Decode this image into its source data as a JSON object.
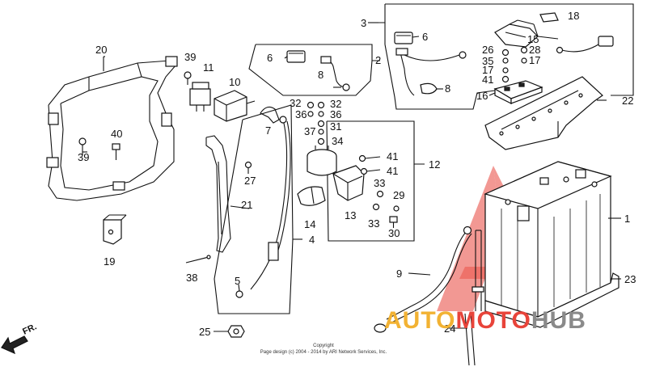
{
  "colors": {
    "ink": "#111111",
    "watermark_red": "#e8443a",
    "watermark_gold": "#f2b233",
    "watermark_gray": "#8a8a8a"
  },
  "callouts": [
    {
      "id": "c1",
      "text": "1"
    },
    {
      "id": "c2",
      "text": "2"
    },
    {
      "id": "c3",
      "text": "3"
    },
    {
      "id": "c4",
      "text": "4"
    },
    {
      "id": "c5",
      "text": "5"
    },
    {
      "id": "c6a",
      "text": "6"
    },
    {
      "id": "c6b",
      "text": "6"
    },
    {
      "id": "c7",
      "text": "7"
    },
    {
      "id": "c8a",
      "text": "8"
    },
    {
      "id": "c8b",
      "text": "8"
    },
    {
      "id": "c9",
      "text": "9"
    },
    {
      "id": "c10",
      "text": "10"
    },
    {
      "id": "c11",
      "text": "11"
    },
    {
      "id": "c12",
      "text": "12"
    },
    {
      "id": "c13",
      "text": "13"
    },
    {
      "id": "c14",
      "text": "14"
    },
    {
      "id": "c15",
      "text": "15"
    },
    {
      "id": "c16",
      "text": "16"
    },
    {
      "id": "c17a",
      "text": "17"
    },
    {
      "id": "c17b",
      "text": "17"
    },
    {
      "id": "c18",
      "text": "18"
    },
    {
      "id": "c19",
      "text": "19"
    },
    {
      "id": "c20",
      "text": "20"
    },
    {
      "id": "c21",
      "text": "21"
    },
    {
      "id": "c22",
      "text": "22"
    },
    {
      "id": "c23",
      "text": "23"
    },
    {
      "id": "c24",
      "text": "24"
    },
    {
      "id": "c25",
      "text": "25"
    },
    {
      "id": "c26",
      "text": "26"
    },
    {
      "id": "c27",
      "text": "27"
    },
    {
      "id": "c28",
      "text": "28"
    },
    {
      "id": "c29",
      "text": "29"
    },
    {
      "id": "c30",
      "text": "30"
    },
    {
      "id": "c31",
      "text": "31"
    },
    {
      "id": "c32a",
      "text": "32"
    },
    {
      "id": "c32b",
      "text": "32"
    },
    {
      "id": "c33a",
      "text": "33"
    },
    {
      "id": "c33b",
      "text": "33"
    },
    {
      "id": "c34",
      "text": "34"
    },
    {
      "id": "c35",
      "text": "35"
    },
    {
      "id": "c36a",
      "text": "36"
    },
    {
      "id": "c36b",
      "text": "36"
    },
    {
      "id": "c37",
      "text": "37"
    },
    {
      "id": "c38",
      "text": "38"
    },
    {
      "id": "c39a",
      "text": "39"
    },
    {
      "id": "c39b",
      "text": "39"
    },
    {
      "id": "c40",
      "text": "40"
    },
    {
      "id": "c41a",
      "text": "41"
    },
    {
      "id": "c41b",
      "text": "41"
    },
    {
      "id": "c41c",
      "text": "41"
    }
  ],
  "direction_label": "FR.",
  "copyright": {
    "line1": "Copyright",
    "line2": "Page design (c) 2004 - 2014 by ARI Network Services, Inc."
  },
  "watermark": {
    "part1": "AUTO",
    "part2": "MOTO",
    "part3": "HUB"
  }
}
